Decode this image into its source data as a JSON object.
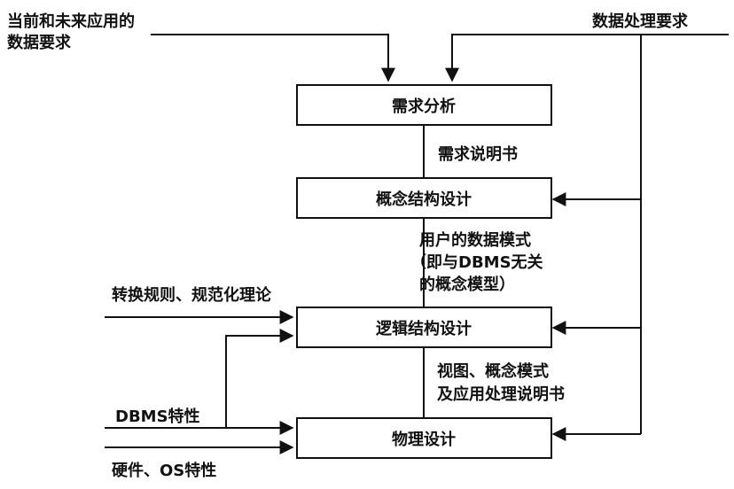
{
  "boxes": {
    "requirements_analysis": "需求分析",
    "conceptual_design": "概念结构设计",
    "logical_design": "逻辑结构设计",
    "physical_design": "物理设计"
  },
  "inputs": {
    "current_future_data_line1": "当前和未来应用的",
    "current_future_data_line2": "数据要求",
    "data_processing_requirements": "数据处理要求",
    "conversion_rules": "转换规则、规范化理论",
    "dbms_features": "DBMS特性",
    "hardware_os": "硬件、OS特性"
  },
  "outputs": {
    "requirements_spec": "需求说明书",
    "user_data_schema_line1": "用户的数据模式",
    "user_data_schema_line2": "（即与DBMS无关",
    "user_data_schema_line3": "的概念模型）",
    "views_line1": "视图、概念模式",
    "views_line2": "及应用处理说明书"
  }
}
